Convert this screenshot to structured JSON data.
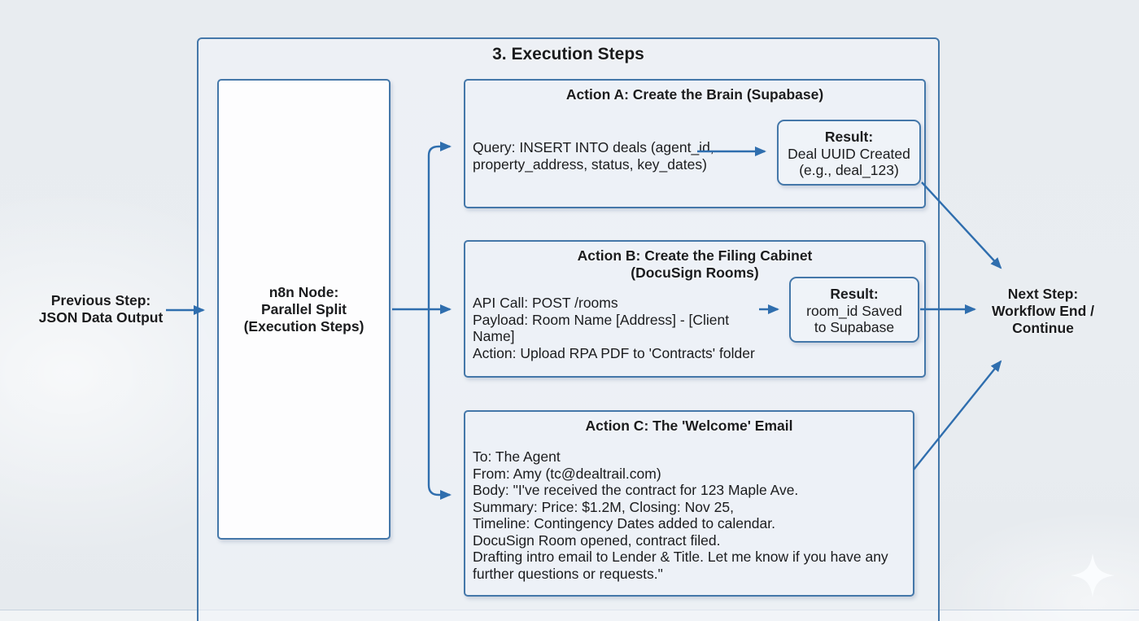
{
  "colors": {
    "arrow": "#2f6eae",
    "box_border": "#4477a9",
    "action_box_fill": "#edf1f7",
    "node_box_fill": "#fdfdfe",
    "background": "#e9edf1",
    "text": "#1b1c1e"
  },
  "diagram": {
    "title": "3. Execution Steps",
    "previous_step": {
      "lines": [
        "Previous Step:",
        "JSON Data Output"
      ]
    },
    "node": {
      "lines": [
        "n8n Node:",
        "Parallel Split",
        "(Execution Steps)"
      ]
    },
    "next_step": {
      "lines": [
        "Next Step:",
        "Workflow End /",
        "Continue"
      ]
    },
    "actions": [
      {
        "title_lines": [
          "Action A: Create the Brain (Supabase)"
        ],
        "body_lines": [
          "Query: INSERT INTO deals (agent_id,",
          "property_address, status, key_dates)"
        ],
        "result": {
          "label": "Result:",
          "lines": [
            "Deal UUID Created",
            "(e.g., deal_123)"
          ]
        }
      },
      {
        "title_lines": [
          "Action B: Create the Filing Cabinet",
          "(DocuSign Rooms)"
        ],
        "body_lines": [
          "API Call: POST /rooms",
          "Payload: Room Name [Address] - [Client",
          "Name]",
          "Action: Upload RPA PDF to 'Contracts' folder"
        ],
        "result": {
          "label": "Result:",
          "lines": [
            "room_id Saved",
            "to Supabase"
          ]
        }
      },
      {
        "title_lines": [
          "Action C: The 'Welcome' Email"
        ],
        "body_lines": [
          "To: The Agent",
          "From: Amy (tc@dealtrail.com)",
          "Body: \"I've received the contract for 123 Maple Ave.",
          "Summary: Price: $1.2M, Closing: Nov 25,",
          "Timeline: Contingency Dates added to calendar.",
          "DocuSign Room opened, contract filed.",
          "Drafting intro email to Lender & Title. Let me know if you have any",
          "further questions or requests.\""
        ]
      }
    ],
    "icons": {
      "watermark": "sparkle-icon"
    }
  }
}
